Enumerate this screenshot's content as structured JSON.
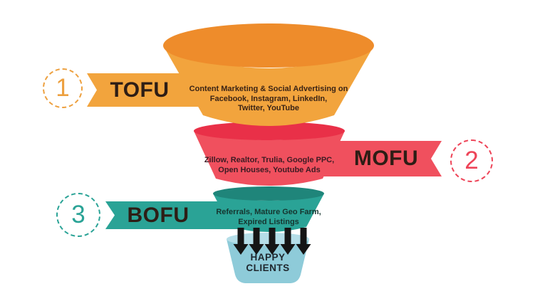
{
  "palette": {
    "tofu_body": "#F2A43D",
    "tofu_top": "#EE8C2B",
    "mofu_body": "#F0505E",
    "mofu_top": "#E93048",
    "bofu_body": "#2AA396",
    "bofu_top": "#1F857A",
    "bucket_body": "#8ECBD9",
    "bucket_top": "#B5DEE8",
    "arrow": "#151515"
  },
  "stages": [
    {
      "number": "1",
      "label": "TOFU",
      "color": "#F2A43D",
      "lines": [
        "Content Marketing & Social Advertising on",
        "Facebook, Instagram, LinkedIn,",
        "Twitter, YouTube"
      ]
    },
    {
      "number": "2",
      "label": "MOFU",
      "color": "#F0505E",
      "lines": [
        "Zillow, Realtor, Trulia, Google PPC,",
        "Open Houses, Youtube Ads"
      ]
    },
    {
      "number": "3",
      "label": "BOFU",
      "color": "#2AA396",
      "lines": [
        "Referrals, Mature Geo Farm,",
        "Expired Listings"
      ]
    }
  ],
  "outcome": {
    "lines": [
      "HAPPY",
      "CLIENTS"
    ],
    "color": "#8ECBD9"
  },
  "arrow_icon_count": 5
}
